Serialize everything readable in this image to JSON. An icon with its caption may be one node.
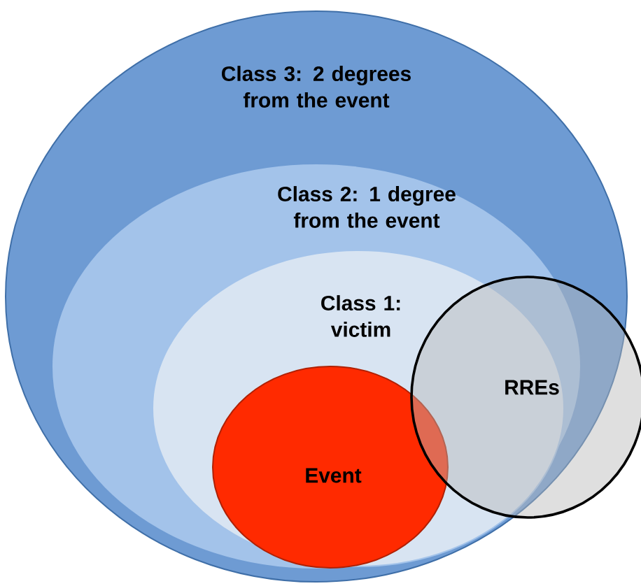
{
  "diagram": {
    "nodes": [
      {
        "text": [
          "Class 3: 2 degrees from the event"
        ]
      },
      {
        "text": [
          "Class 2: 1 degree from the event"
        ],
        "in": 0
      },
      {
        "text": [
          "Class 1: victim"
        ],
        "in": 1
      },
      {
        "text": [
          "Event"
        ],
        "in": 2
      },
      {
        "text": [
          "RREs"
        ]
      }
    ]
  }
}
